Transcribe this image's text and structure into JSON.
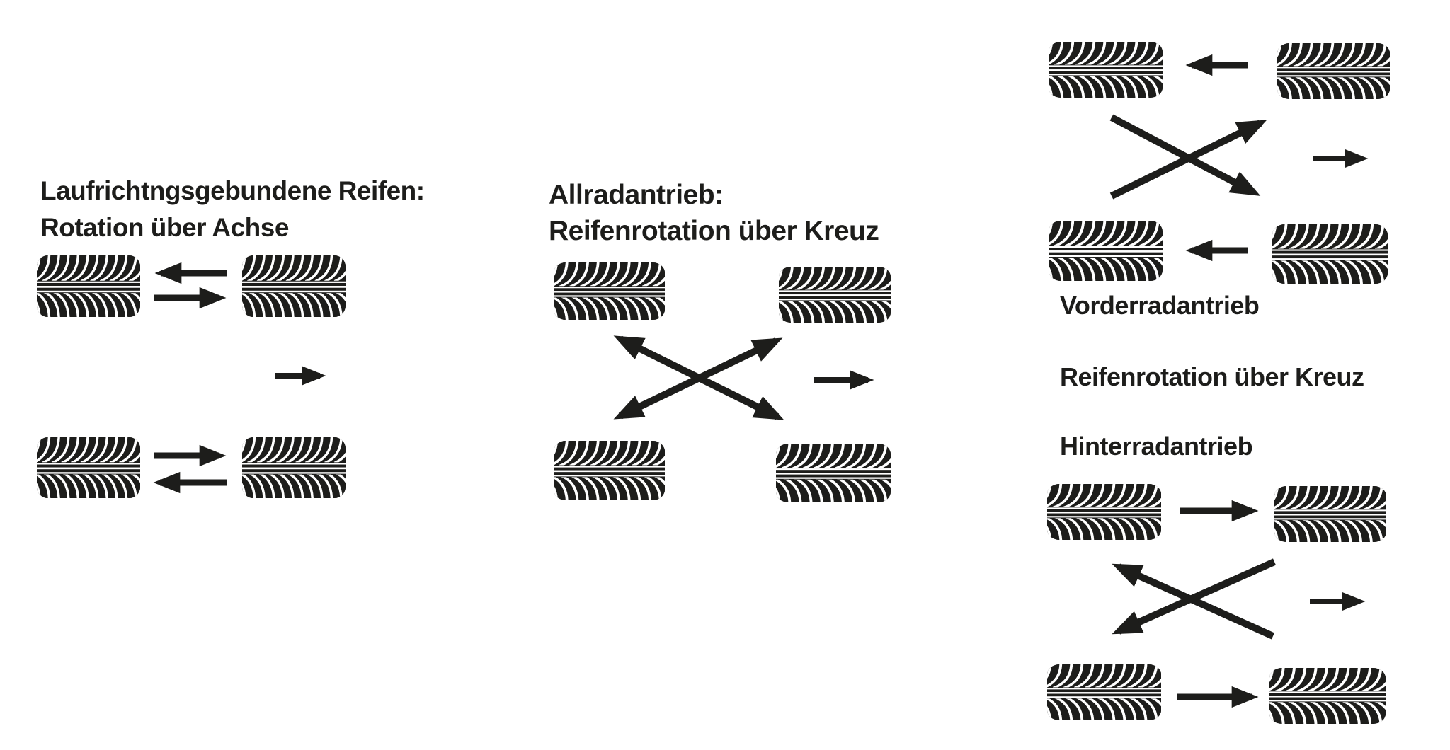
{
  "canvas": {
    "background": "#ffffff",
    "ink": "#1d1d1b",
    "tread_line_color": "#ffffff"
  },
  "sections": {
    "directional": {
      "title_line1": "Laufrichtngsgebundene Reifen:",
      "title_line2": "Rotation über Achse",
      "tire_count": 4,
      "arrows": {
        "front_axle_upper": "left",
        "front_axle_lower": "right",
        "rear_axle_upper": "right",
        "rear_axle_lower": "left",
        "drive_direction": "right"
      }
    },
    "all_wheel_drive": {
      "title_line1": "Allradantrieb:",
      "title_line2": "Reifenrotation über Kreuz",
      "tire_count": 4,
      "arrows": {
        "cross": "double-headed X between all four tires",
        "drive_direction": "right"
      }
    },
    "front_wheel_drive": {
      "label": "Vorderradantrieb",
      "tire_count": 4,
      "arrows": {
        "front_axle": "left",
        "rear_axle": "left",
        "cross": "X with arrowheads pointing to rear (right) positions",
        "drive_direction": "right"
      }
    },
    "cross_note": {
      "label": "Reifenrotation über Kreuz"
    },
    "rear_wheel_drive": {
      "label": "Hinterradantrieb",
      "tire_count": 4,
      "arrows": {
        "front_axle": "right",
        "rear_axle": "right",
        "cross": "X with arrowheads pointing to front (left) positions",
        "drive_direction": "right"
      }
    }
  }
}
